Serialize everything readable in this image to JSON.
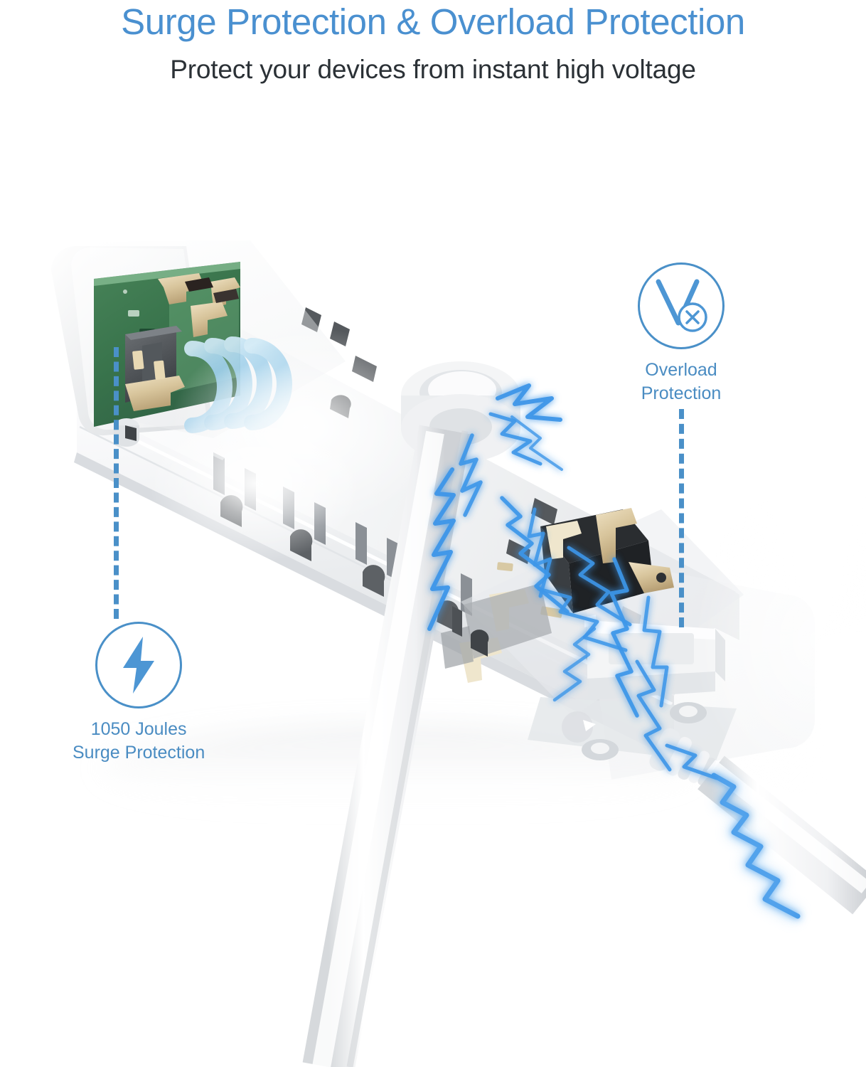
{
  "header": {
    "title": "Surge Protection & Overload Protection",
    "subtitle": "Protect your devices from instant high voltage"
  },
  "badges": {
    "surge": {
      "icon": "lightning-bolt-icon",
      "line1": "1050 Joules",
      "line2": "Surge Protection",
      "joules": 1050
    },
    "overload": {
      "icon": "voltage-cutoff-icon",
      "icon_letter": "V",
      "icon_mark": "X",
      "line1": "Overload",
      "line2": "Protection"
    }
  },
  "product": {
    "name": "power-strip-surge-protector",
    "outlet_count": 8,
    "outlet_type": "us-3-prong",
    "cutaway_left": "surge-protection-module",
    "cutaway_right": "overload-protection-switch",
    "cable": "white-power-cord"
  },
  "colors": {
    "title_blue": "#4a90d0",
    "caption_blue": "#4a8cc2",
    "subtitle_dark": "#2b3136",
    "accent_stroke": "#4a90c8",
    "lightning_blue": "#3d96e8",
    "coil_blue": "#8ec8e8",
    "pcb_green": "#2f6b42",
    "body_white": "#f2f3f4",
    "background": "#ffffff"
  }
}
